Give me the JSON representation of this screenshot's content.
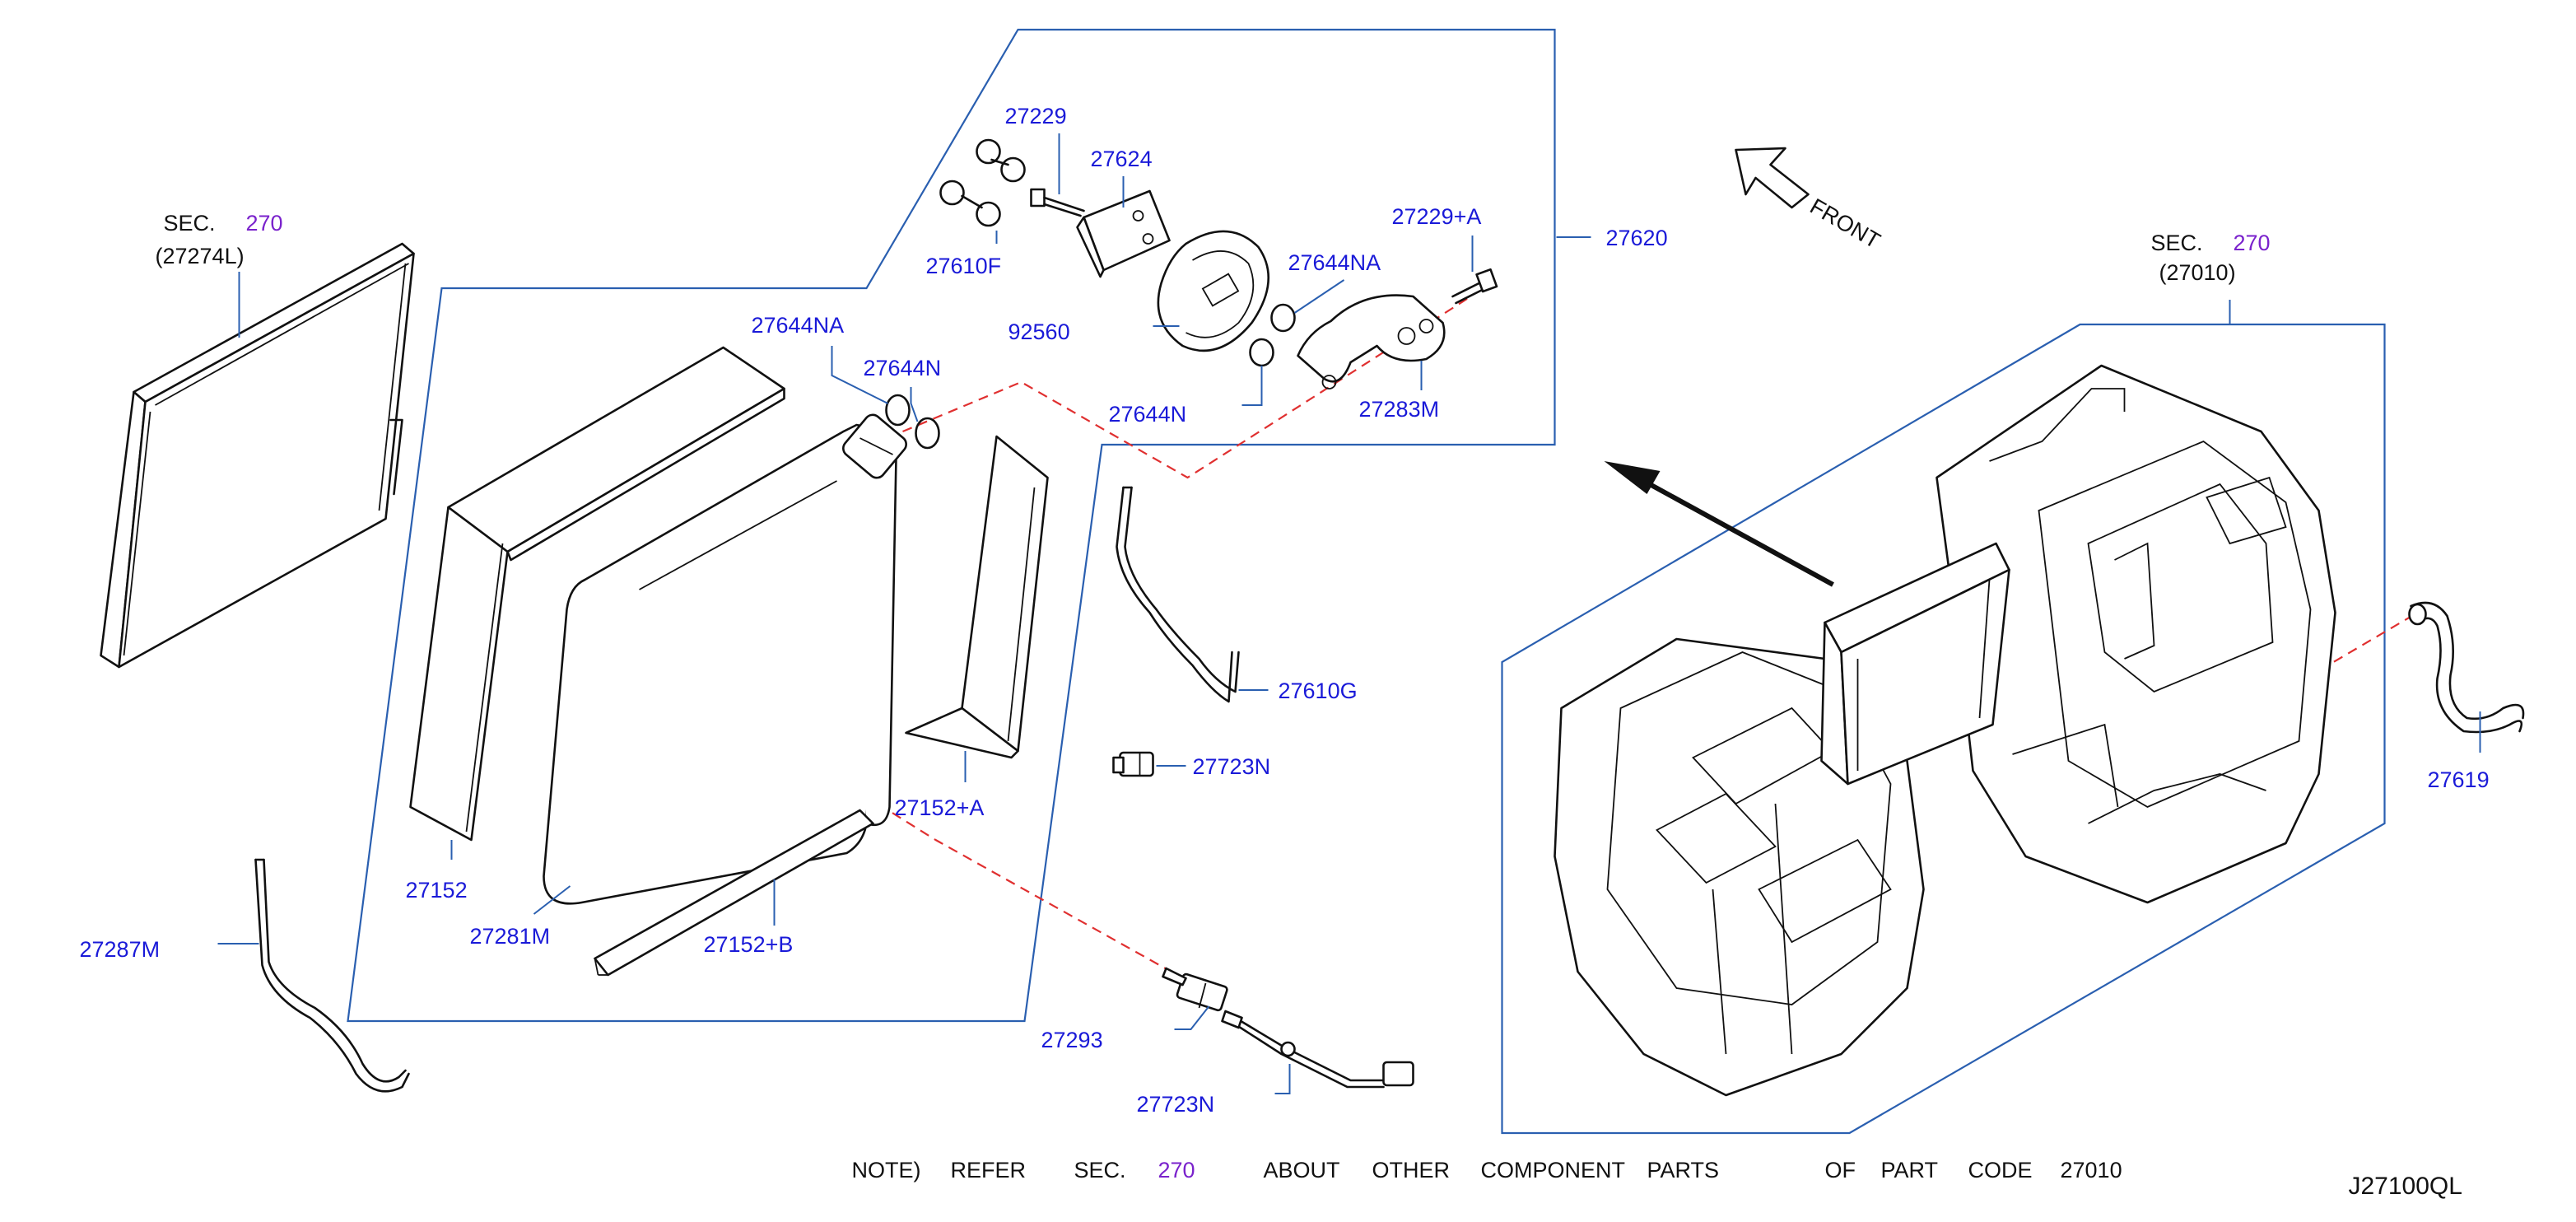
{
  "diagram_id": "J27100QL",
  "note": {
    "prefix": "NOTE)",
    "refer": "REFER",
    "sec": "SEC.",
    "sec_num": "270",
    "about": "ABOUT",
    "other": "OTHER",
    "component": "COMPONENT",
    "parts": "PARTS",
    "of": "OF",
    "part": "PART",
    "code": "CODE",
    "code_num": "27010"
  },
  "sec_refs": [
    {
      "sec": "SEC.",
      "num": "270",
      "code": "(27274L)"
    },
    {
      "sec": "SEC.",
      "num": "270",
      "code": "(27010)"
    }
  ],
  "front_label": "FRONT",
  "part_labels": {
    "p27229": "27229",
    "p27624": "27624",
    "p27610F": "27610F",
    "p27229A": "27229+A",
    "p27620": "27620",
    "p27644NA_top": "27644NA",
    "p92560": "92560",
    "p27644N_top": "27644N",
    "p27283M": "27283M",
    "p27644NA_left": "27644NA",
    "p27644N_left": "27644N",
    "p27610G": "27610G",
    "p27723N_top": "27723N",
    "p27152A": "27152+A",
    "p27152": "27152",
    "p27281M": "27281M",
    "p27152B": "27152+B",
    "p27287M": "27287M",
    "p27293": "27293",
    "p27723N_bottom": "27723N",
    "p27619": "27619"
  },
  "colors": {
    "label_blue": "#1a1ad8",
    "sec_purple": "#7a22cc",
    "frame_blue": "#2a5fb0",
    "dash_red": "#e03030",
    "ink": "#111111"
  }
}
